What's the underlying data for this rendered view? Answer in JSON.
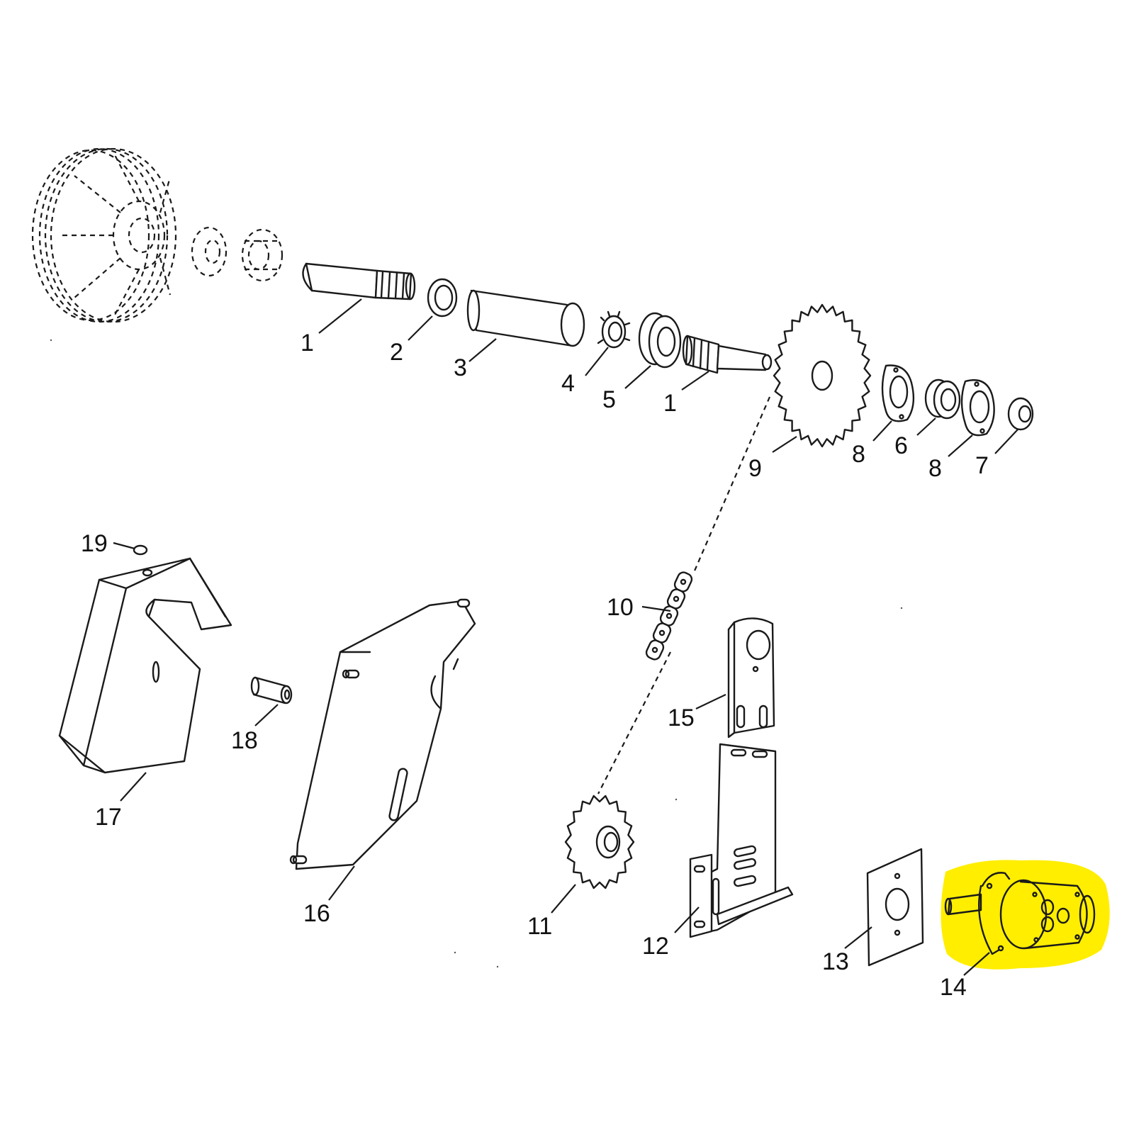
{
  "highlight_color": "#ffee00",
  "ink_color": "#1a1a1a",
  "callouts": {
    "c1a": "1",
    "c2": "2",
    "c3": "3",
    "c4": "4",
    "c5": "5",
    "c1b": "1",
    "c9": "9",
    "c8a": "8",
    "c6": "6",
    "c8b": "8",
    "c7": "7",
    "c10": "10",
    "c19": "19",
    "c17": "17",
    "c18": "18",
    "c16": "16",
    "c15": "15",
    "c11": "11",
    "c12": "12",
    "c13": "13",
    "c14": "14"
  }
}
